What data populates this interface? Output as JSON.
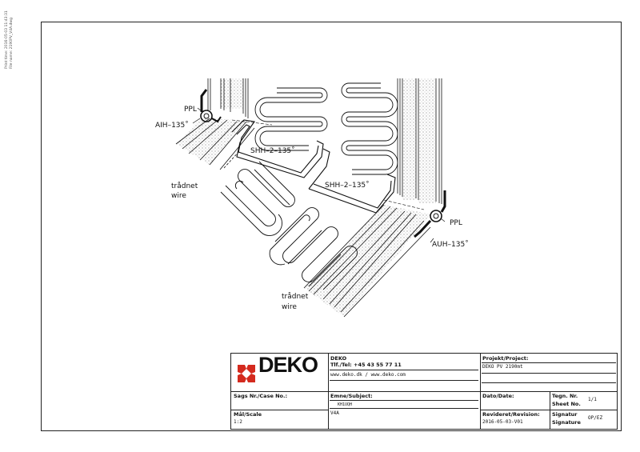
{
  "side_note": {
    "line1": "Print time: 2016-05-03 11:43:31",
    "line2": "File name: 2190PV_V4A.dwg"
  },
  "drawing": {
    "labels": {
      "ppl_left": "PPL",
      "aih": "AIH–135˚",
      "shh_left": "SHH–2–135˚",
      "shh_right": "SHH–2–135˚",
      "wire_left_1": "trådnet",
      "wire_left_2": "wire",
      "ppl_right": "PPL",
      "auh": "AUH–135˚",
      "wire_bottom_1": "trådnet",
      "wire_bottom_2": "wire"
    }
  },
  "title_block": {
    "logo_text": "DEKO",
    "logo_accent": "#d42a1e",
    "company_name": "DEKO",
    "phone": "Tlf./Tel: +45 43 55 77 11",
    "web": "www.deko.dk / www.deko.com",
    "project_label": "Projekt/Project:",
    "project_value": "DEKO PV 2190mt",
    "case_label": "Sags Nr./Case No.:",
    "case_value": "",
    "subject_label": "Emne/Subject:",
    "subject_value_1": "KH1UQH",
    "subject_value_2": "V4A",
    "date_label": "Dato/Date:",
    "date_value": "",
    "sheet_label_1": "Tegn. Nr.",
    "sheet_label_2": "Sheet No.",
    "sheet_value": "1/1",
    "scale_label": "Mål/Scale",
    "scale_value": "1:2",
    "revision_label": "Revideret/Revision:",
    "revision_value": "2016-05-03-V01",
    "signature_label_1": "Signatur",
    "signature_label_2": "Signature",
    "signature_value": "OP/EZ"
  }
}
